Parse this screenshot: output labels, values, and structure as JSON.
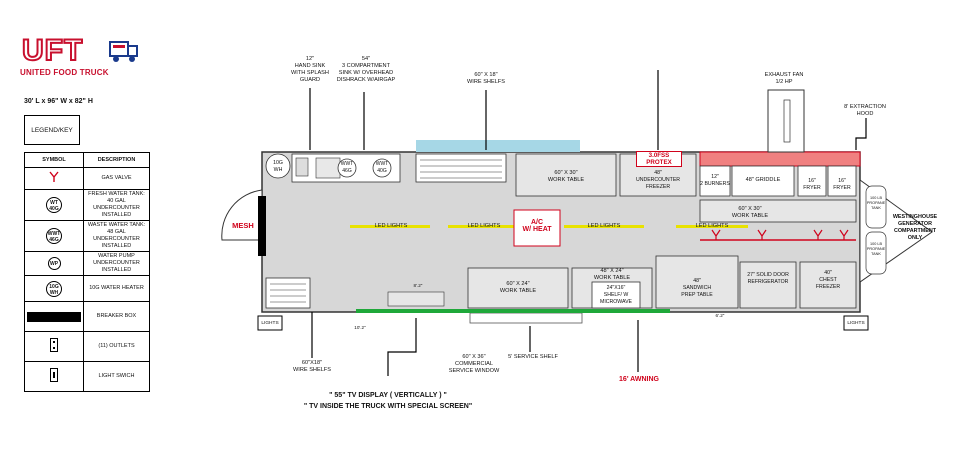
{
  "logo": {
    "letters": "UFT",
    "subtitle": "UNITED FOOD TRUCK"
  },
  "dimensions": "30' L x 96\" W x 82\" H",
  "legend": {
    "title": "LEGEND/KEY",
    "col_symbol": "SYMBOL",
    "col_description": "DESCRIPTION",
    "rows": [
      {
        "symbol": "gas-valve-icon",
        "description": "GAS VALVE"
      },
      {
        "symbol": "WT 40G",
        "description": "FRESH WATER TANK: 40 GAL UNDERCOUNTER INSTALLED"
      },
      {
        "symbol": "WWT 46G",
        "description": "WASTE WATER TANK: 48 GAL UNDERCOUNTER INSTALLED"
      },
      {
        "symbol": "WP",
        "description": "WATER PUMP UNDERCOUNTER INSTALLED"
      },
      {
        "symbol": "10G WH",
        "description": "10G WATER HEATER"
      },
      {
        "symbol": "breaker-box-icon",
        "description": "BREAKER BOX"
      },
      {
        "symbol": "outlet-icon",
        "description": "(11) OUTLETS"
      },
      {
        "symbol": "light-switch-icon",
        "description": "LIGHT SWICH"
      }
    ]
  },
  "callouts": {
    "hand_sink": "12\"\nHAND SINK\nWITH SPLASH\nGUARD",
    "comp_sink": "54\"\n3 COMPARTMENT\nSINK W/ OVERHEAD\nDISHRACK W/AIRGAP",
    "wire_shelf_top": "60\" X 18\"\nWIRE SHELFS",
    "exhaust_fan": "EXHAUST FAN\n1/2 HP",
    "extraction_hood": "8' EXTRACTION\nHOOD",
    "wire_shelf_bottom": "60\"X18\"\nWIRE SHELFS",
    "service_window": "60\" X 36\"\nCOMMERCIAL\nSERVICE WINDOW",
    "service_shelf": "5' SERVICE SHELF",
    "awning": "16' AWNING",
    "tv_line1": "\" 55\" TV DISPLAY ( VERTICALLY ) \"",
    "tv_line2": "\" TV INSIDE THE TRUCK WITH SPECIAL SCREEN\""
  },
  "plan": {
    "mesh": "MESH",
    "water_heater": "10G\nWH",
    "wwt_tank_1": "WWT\n46G",
    "wwt_tank_2": "WWT\n40G",
    "work_table_top": "60\" X 30\"\nWORK TABLE",
    "protex": "3.0FSS\nPROTEX",
    "undercounter_freezer": "48\"\nUNDERCOUNTER\nFREEZER",
    "burners": "12\"\n2 BURNERS",
    "griddle": "48\" GRIDDLE",
    "fryer_1": "16\"\nFRYER",
    "fryer_2": "16\"\nFRYER",
    "propane_1": "100 LB\nPROPANE\nTANK",
    "propane_2": "100 LB\nPROPANE\nTANK",
    "generator": "WESTINGHOUSE\nGENERATOR\nCOMPARTMENT\nONLY",
    "work_table_right": "60\" X 30\"\nWORK TABLE",
    "led_lights": "LED LIGHTS",
    "ac": "A/C\nW/ HEAT",
    "work_table_bottom": "60\" X 24\"\nWORK TABLE",
    "work_table_small": "48\" X 24\"\nWORK TABLE",
    "microwave_shelf": "24\"X16\"\nSHELF/ W\nMICROWAVE",
    "sandwich_table": "48\"\nSANDWICH\nPREP TABLE",
    "refrigerator": "27\" SOLID DOOR\nREFRIGERATOR",
    "chest_freezer": "40\"\nCHEST\nFREEZER",
    "lights": "LIGHTS",
    "dim_1": "8'.2\"",
    "dim_2": "10'.2\"",
    "dim_3": "6'.2\""
  },
  "colors": {
    "brand_red": "#c8102e",
    "red": "#d0021b",
    "green": "#1fa83a",
    "blue_window": "#a6d7e6",
    "floor": "#d7d7d7",
    "yellow": "#e8e200"
  }
}
